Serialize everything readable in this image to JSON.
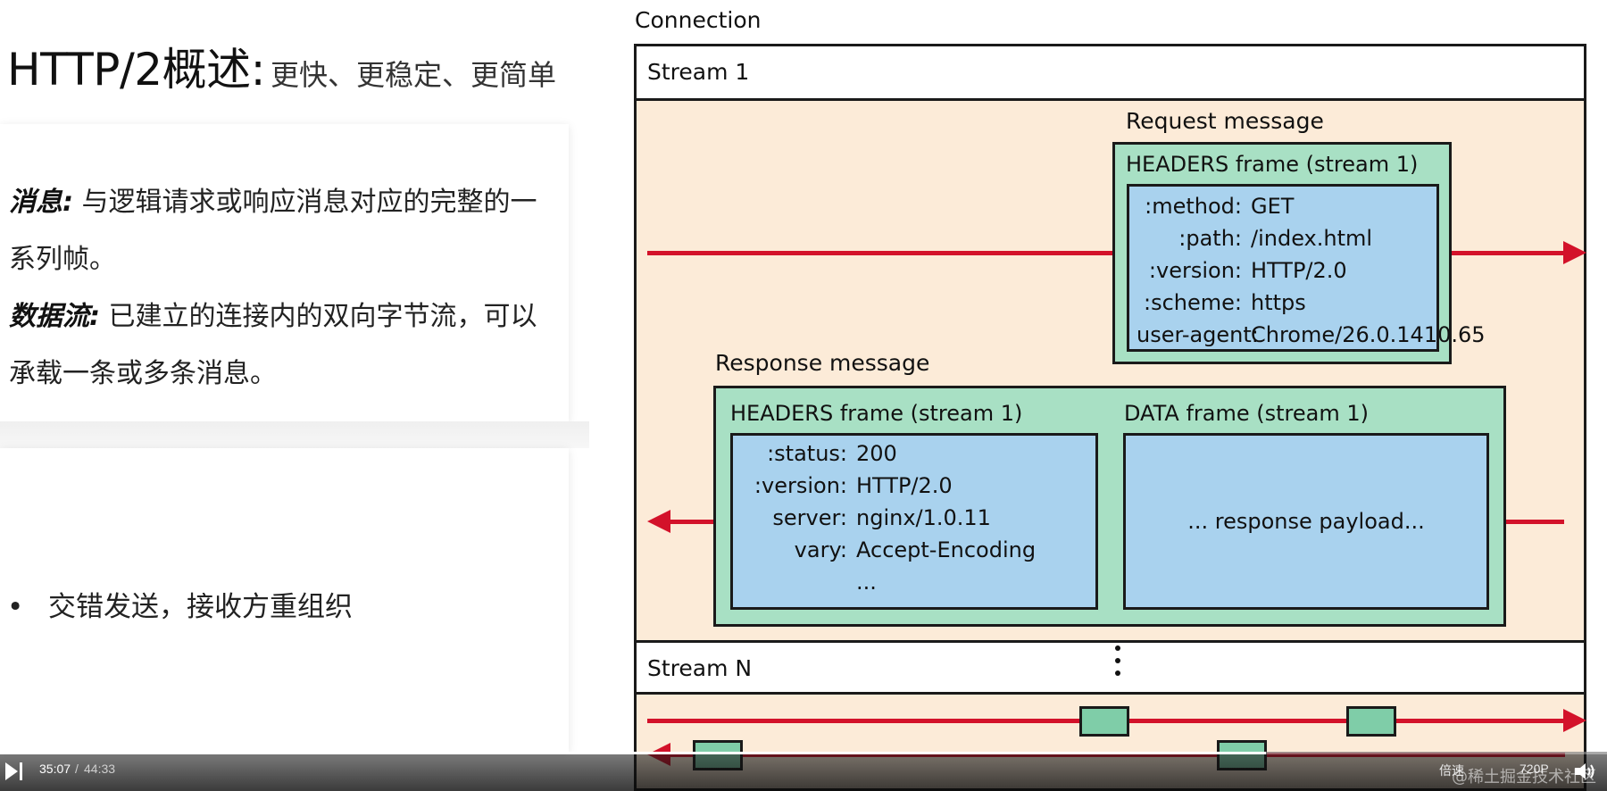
{
  "slide": {
    "title_main": "HTTP/2概述:",
    "title_sub": "更快、更稳定、更简单",
    "definitions": [
      {
        "term": "消息:",
        "text": " 与逻辑请求或响应消息对应的完整的一系列帧。"
      },
      {
        "term": "数据流:",
        "text": " 已建立的连接内的双向字节流，可以承载一条或多条消息。"
      }
    ],
    "bullet": "交错发送，接收方重组织"
  },
  "diagram": {
    "connection_label": "Connection",
    "stream1_label": "Stream 1",
    "streamN_label": "Stream N",
    "request": {
      "message_label": "Request message",
      "frame_label": "HEADERS frame (stream 1)",
      "headers": [
        {
          "k": ":method:",
          "v": "GET"
        },
        {
          "k": ":path:",
          "v": "/index.html"
        },
        {
          "k": ":version:",
          "v": "HTTP/2.0"
        },
        {
          "k": ":scheme:",
          "v": "https"
        },
        {
          "k": "user-agent:",
          "v": "Chrome/26.0.1410.65"
        }
      ]
    },
    "response": {
      "message_label": "Response message",
      "headers_frame_label": "HEADERS frame (stream 1)",
      "data_frame_label": "DATA frame (stream 1)",
      "headers": [
        {
          "k": ":status:",
          "v": "200"
        },
        {
          "k": ":version:",
          "v": "HTTP/2.0"
        },
        {
          "k": "server:",
          "v": "nginx/1.0.11"
        },
        {
          "k": "vary:",
          "v": "Accept-Encoding"
        },
        {
          "k": "",
          "v": "..."
        }
      ],
      "payload_text": "... response payload..."
    },
    "colors": {
      "connection_bg": "#fcebd8",
      "frame_green": "#a8e0c4",
      "payload_blue": "#a9d2ee",
      "arrow_red": "#d3122a"
    }
  },
  "player": {
    "current_time": "35:07",
    "separator": "/",
    "total_time": "44:33",
    "progress": 0.788,
    "speed_label": "倍速",
    "quality_label": "720P",
    "watermark": "@稀土掘金技术社区",
    "play_icon": "play-pause-icon",
    "volume_icon": "volume-icon"
  }
}
